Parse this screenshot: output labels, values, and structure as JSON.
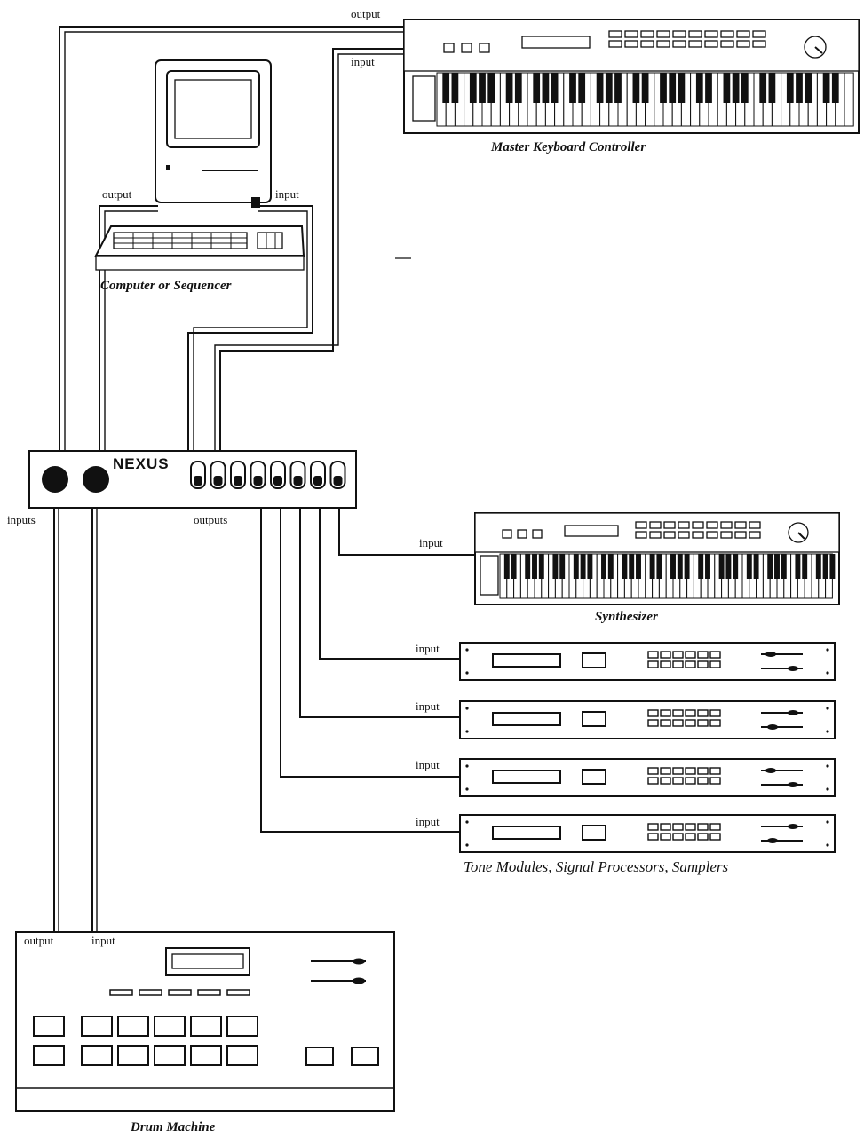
{
  "labels": {
    "kbd_output": "output",
    "kbd_input": "input",
    "kbd_caption": "Master Keyboard Controller",
    "comp_output": "output",
    "comp_input": "input",
    "comp_caption": "Computer or Sequencer",
    "nexus_brand": "NEXUS",
    "nexus_inputs": "inputs",
    "nexus_outputs": "outputs",
    "synth_input": "input",
    "synth_caption": "Synthesizer",
    "rack1_input": "input",
    "rack2_input": "input",
    "rack3_input": "input",
    "rack4_input": "input",
    "racks_caption": "Tone Modules, Signal Processors, Samplers",
    "drum_output": "output",
    "drum_input": "input",
    "drum_caption": "Drum Machine"
  }
}
